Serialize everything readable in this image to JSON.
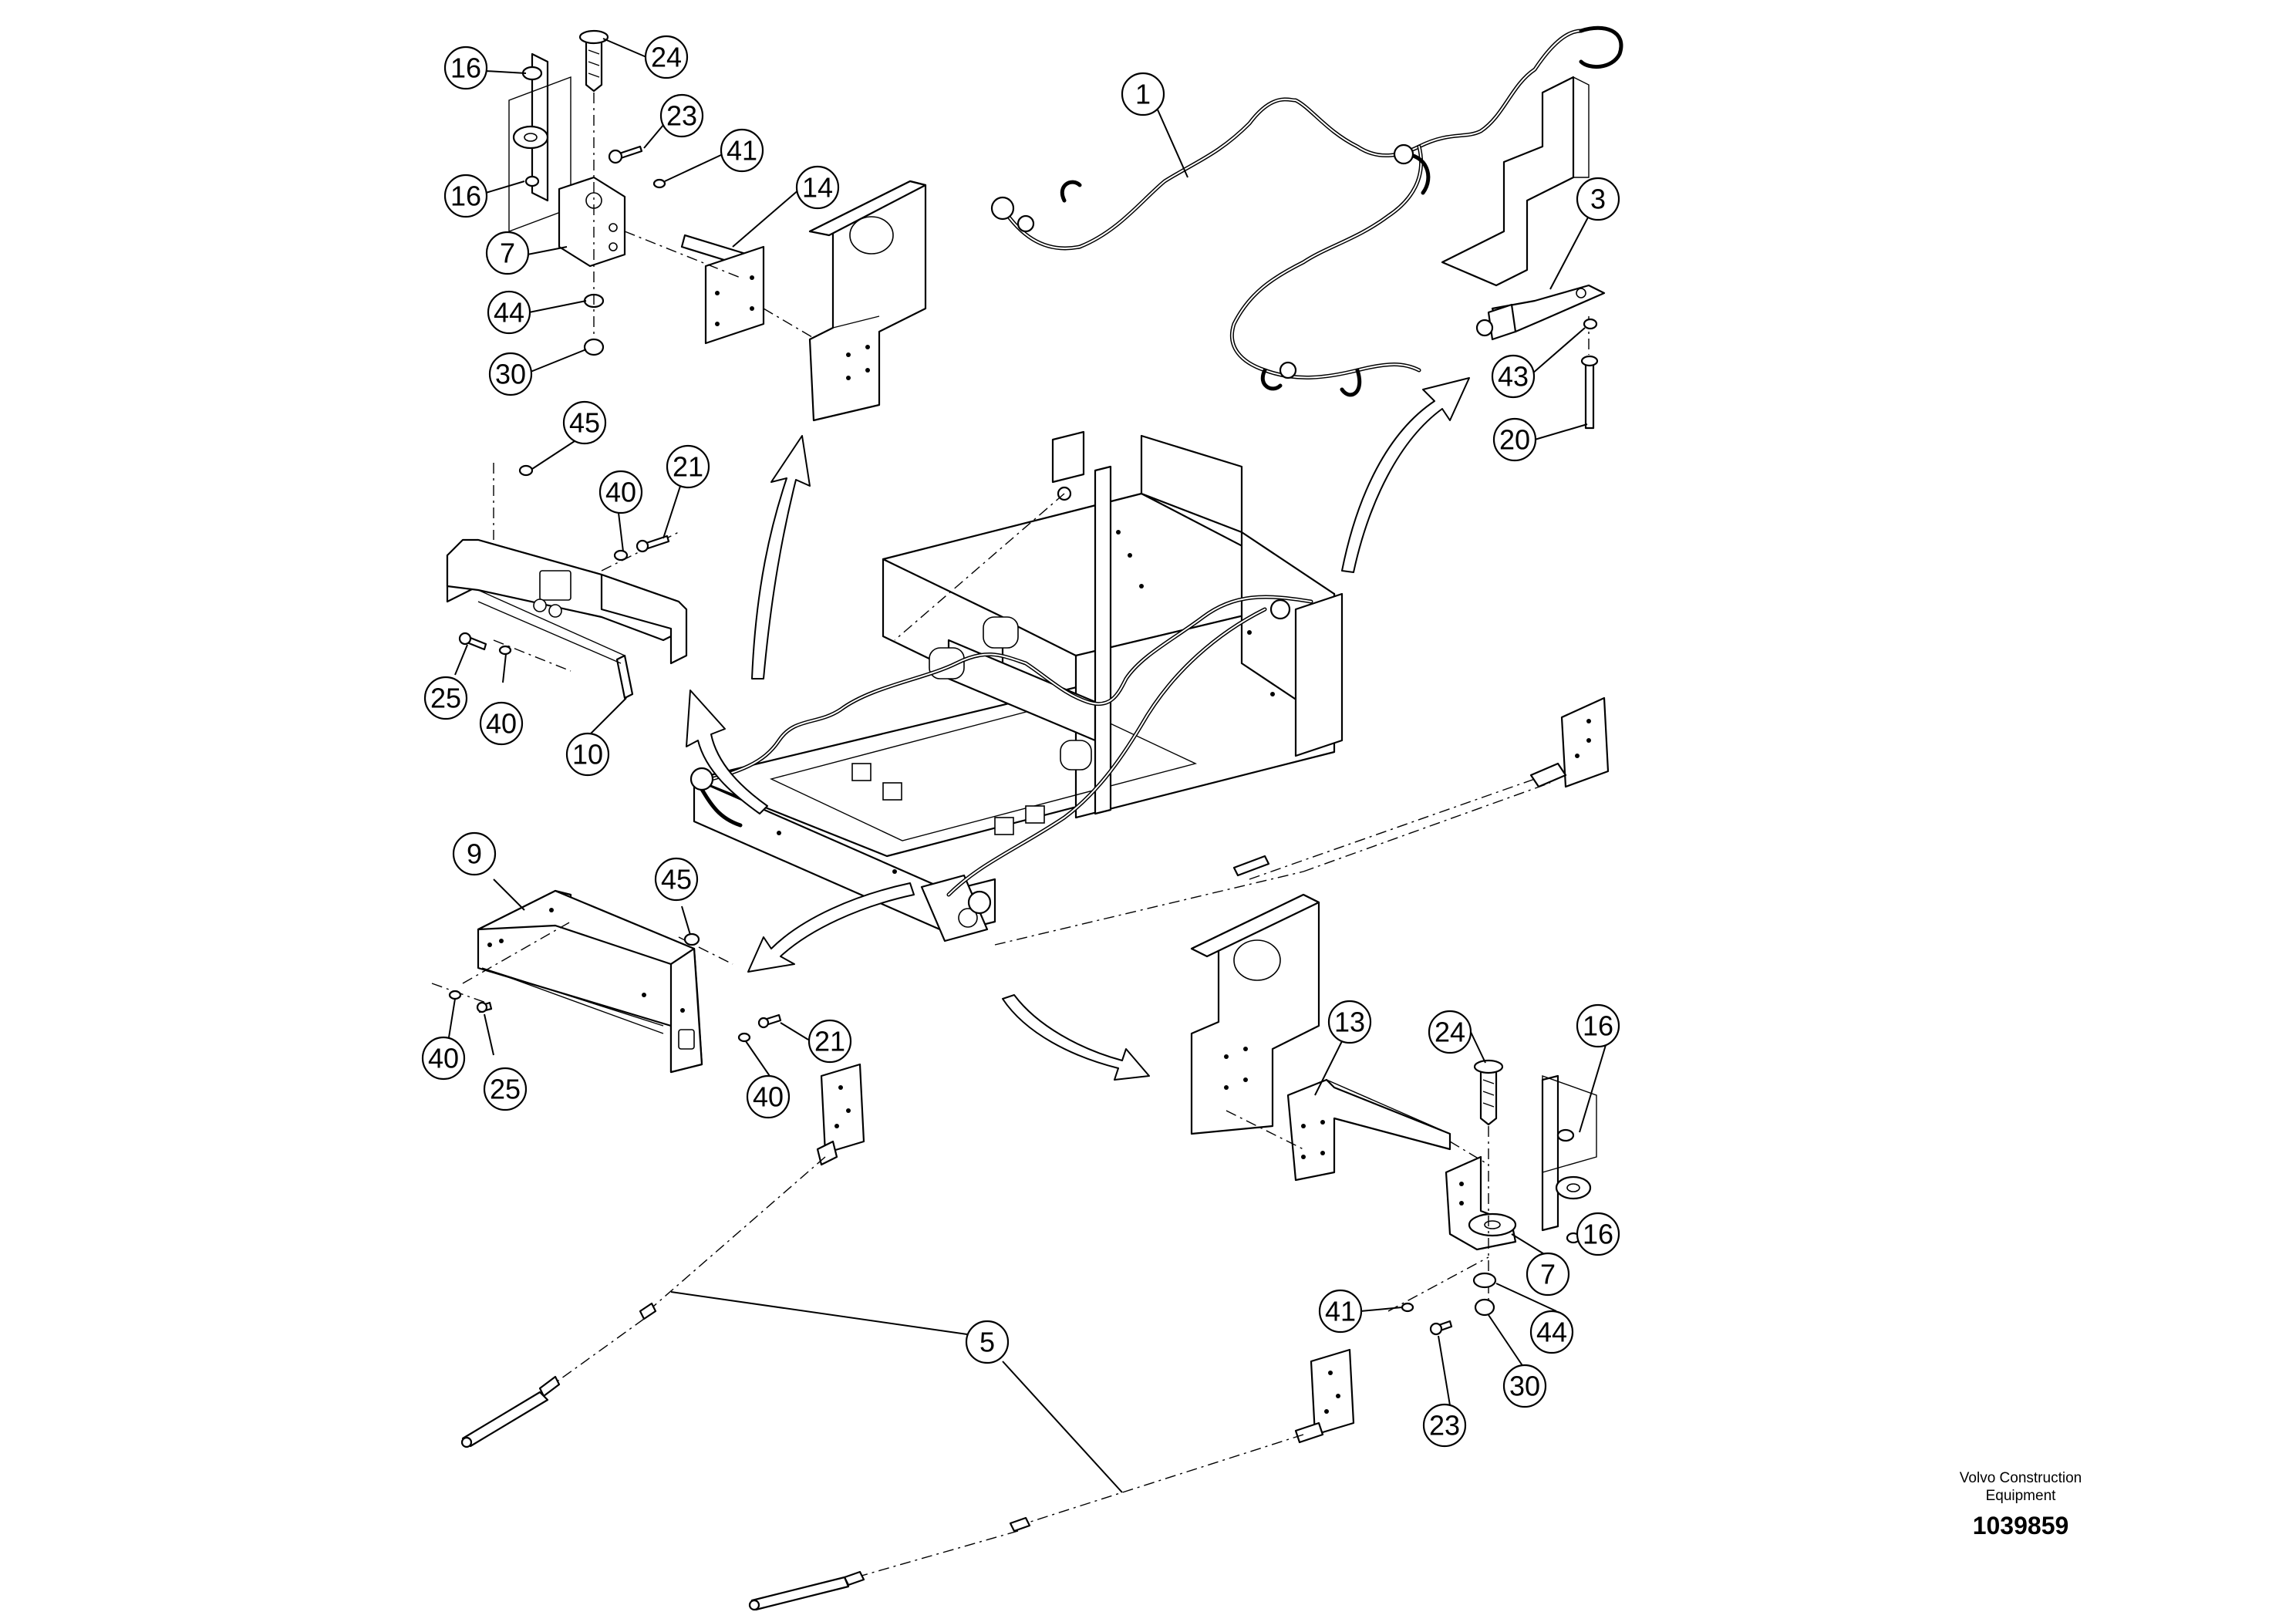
{
  "company_lines": [
    "Volvo Construction",
    "Equipment"
  ],
  "document_number": "1039859",
  "callouts": [
    {
      "id": "c16a",
      "label": "16"
    },
    {
      "id": "c24a",
      "label": "24"
    },
    {
      "id": "c23a",
      "label": "23"
    },
    {
      "id": "c41a",
      "label": "41"
    },
    {
      "id": "c16b",
      "label": "16"
    },
    {
      "id": "c14",
      "label": "14"
    },
    {
      "id": "c7a",
      "label": "7"
    },
    {
      "id": "c44a",
      "label": "44"
    },
    {
      "id": "c30a",
      "label": "30"
    },
    {
      "id": "c1",
      "label": "1"
    },
    {
      "id": "c3",
      "label": "3"
    },
    {
      "id": "c43",
      "label": "43"
    },
    {
      "id": "c20",
      "label": "20"
    },
    {
      "id": "c45a",
      "label": "45"
    },
    {
      "id": "c40a",
      "label": "40"
    },
    {
      "id": "c21a",
      "label": "21"
    },
    {
      "id": "c25a",
      "label": "25"
    },
    {
      "id": "c40b",
      "label": "40"
    },
    {
      "id": "c10",
      "label": "10"
    },
    {
      "id": "c9",
      "label": "9"
    },
    {
      "id": "c45b",
      "label": "45"
    },
    {
      "id": "c40c",
      "label": "40"
    },
    {
      "id": "c25b",
      "label": "25"
    },
    {
      "id": "c21b",
      "label": "21"
    },
    {
      "id": "c40d",
      "label": "40"
    },
    {
      "id": "c13",
      "label": "13"
    },
    {
      "id": "c24b",
      "label": "24"
    },
    {
      "id": "c16c",
      "label": "16"
    },
    {
      "id": "c16d",
      "label": "16"
    },
    {
      "id": "c7b",
      "label": "7"
    },
    {
      "id": "c44b",
      "label": "44"
    },
    {
      "id": "c41b",
      "label": "41"
    },
    {
      "id": "c30b",
      "label": "30"
    },
    {
      "id": "c23b",
      "label": "23"
    },
    {
      "id": "c5",
      "label": "5"
    }
  ]
}
